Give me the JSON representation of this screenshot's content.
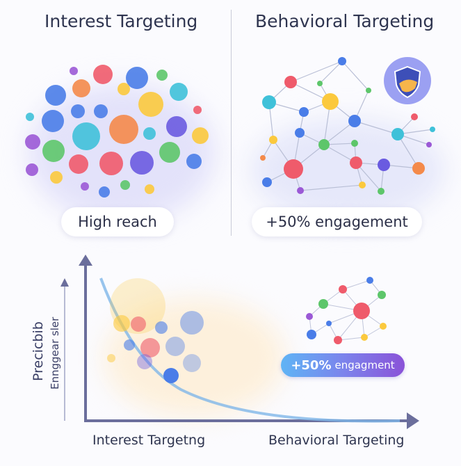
{
  "top": {
    "left_title": "Interest Targeting",
    "right_title": "Behavioral Targeting",
    "left_badge": "High reach",
    "right_badge": "+50% engagement",
    "shield_icon": "shield-icon"
  },
  "chart": {
    "y_label_1": "Precicbib",
    "y_label_2": "Ennggear sler",
    "x_label_left": "Interest Targetng",
    "x_label_right": "Behavioral Targeting",
    "badge_value": "+50%",
    "badge_text": "engagment"
  },
  "colors": {
    "axis": "#6b6e9c",
    "curve": "#7fb6e8",
    "badge_start": "#5fb4f5",
    "badge_end": "#8a52d8",
    "palette": [
      "#ef5b6b",
      "#f48a4a",
      "#fbc93d",
      "#5dc66a",
      "#3fc1d9",
      "#4a7de8",
      "#6a5be0",
      "#9b59d6"
    ]
  }
}
